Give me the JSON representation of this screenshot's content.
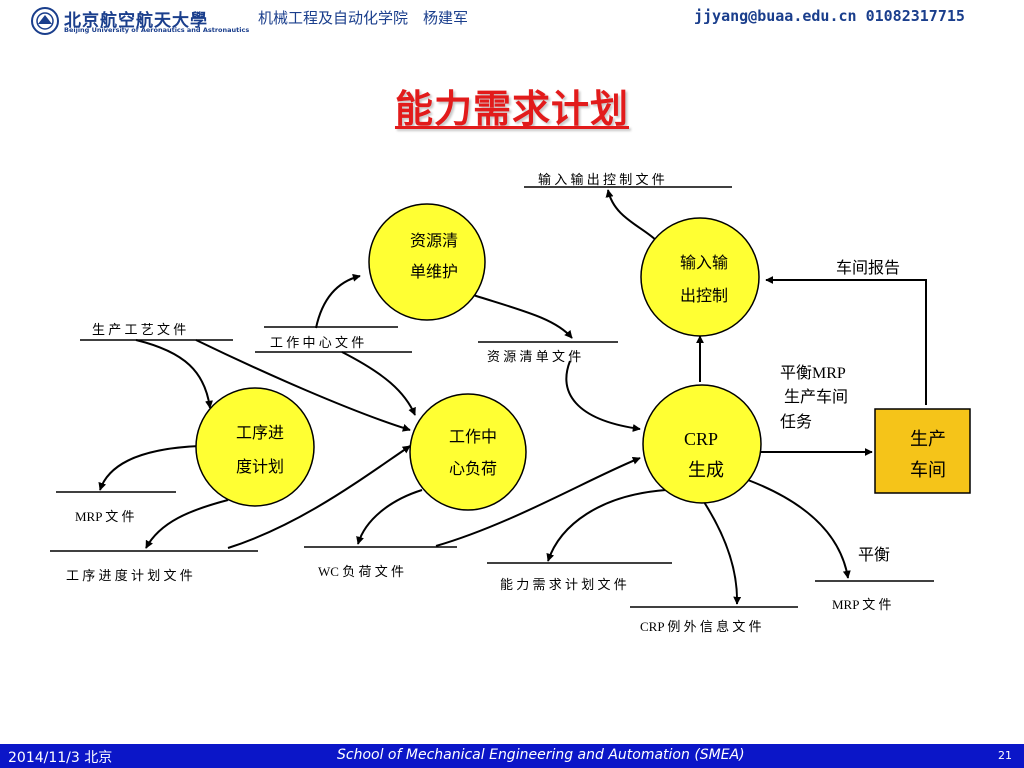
{
  "header": {
    "logo_cn": "北京航空航天大學",
    "logo_en": "Beijing University of Aeronautics and Astronautics",
    "department": "机械工程及自动化学院　杨建军",
    "contact": "jjyang@buaa.edu.cn  01082317715"
  },
  "title": "能力需求计划",
  "colors": {
    "title": "#e21b1b",
    "process_fill": "#ffff33",
    "entity_fill": "#f5c419",
    "footer_bg": "#0b16c8",
    "header_text": "#1a3e8c"
  },
  "processes": {
    "res_maint": [
      "资源清",
      "单维护"
    ],
    "io_control": [
      "输入输",
      "出控制"
    ],
    "op_schedule": [
      "工序进",
      "度计划"
    ],
    "wc_load": [
      "工作中",
      "心负荷"
    ],
    "crp": [
      "CRP",
      "生成"
    ]
  },
  "entity": {
    "shop": [
      "生产",
      "车间"
    ]
  },
  "stores": {
    "io_doc": "输 入 输 出 控 制  文 件",
    "process_doc": "生 产 工 艺 文 件",
    "wc_doc": "工 作 中 心 文 件",
    "res_doc": "资 源 清 单 文 件",
    "mrp_doc1": "MRP  文 件",
    "op_plan_doc": "工 序 进 度 计 划 文 件",
    "wc_load_doc": "WC 负 荷 文 件",
    "cap_plan_doc": "能 力 需 求 计 划 文 件",
    "crp_exc_doc": "CRP 例 外 信 息 文 件",
    "mrp_doc2": "MRP  文 件"
  },
  "flow_labels": {
    "shop_report": "车间报告",
    "balance_task": [
      "平衡MRP",
      "生产车间",
      "任务"
    ],
    "balance": "平衡"
  },
  "footer": {
    "date": "2014/11/3 北京",
    "school": "School of Mechanical Engineering and Automation (SMEA)",
    "page": "21"
  }
}
